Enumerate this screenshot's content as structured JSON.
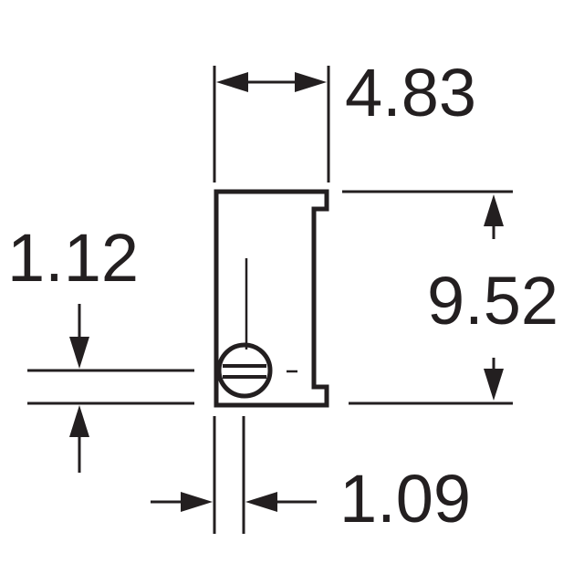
{
  "dimensions": {
    "width_top": "4.83",
    "height_right": "9.52",
    "offset_left": "1.12",
    "pin_bottom": "1.09"
  },
  "colors": {
    "line": "#231f20",
    "background": "#ffffff"
  }
}
